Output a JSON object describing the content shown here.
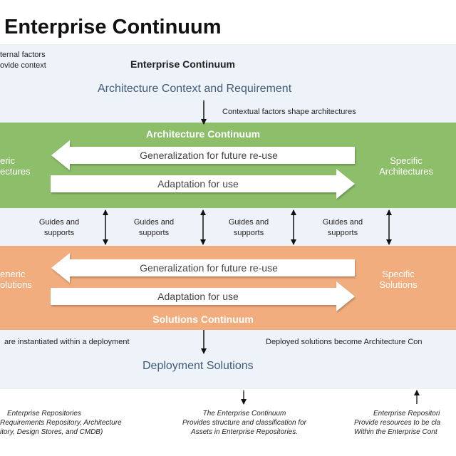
{
  "title": "Enterprise Continuum",
  "external_factors": [
    "ternal factors",
    "ovide context"
  ],
  "continuum_header": "Enterprise Continuum",
  "context_requirement": "Architecture Context and Requirement",
  "contextual_factors": "Contextual factors shape architectures",
  "architecture": {
    "header": "Architecture Continuum",
    "generic_label": [
      "eric",
      "ectures"
    ],
    "specific_label": [
      "Specific",
      "Architectures"
    ],
    "generalization": "Generalization for future re-use",
    "adaptation": "Adaptation for use"
  },
  "guides": [
    [
      "Guides and",
      "supports"
    ],
    [
      "Guides and",
      "supports"
    ],
    [
      "Guides and",
      "supports"
    ],
    [
      "Guides and",
      "supports"
    ]
  ],
  "solutions": {
    "header": "Solutions Continuum",
    "generic_label": [
      "eneric",
      "olutions"
    ],
    "specific_label": [
      "Specific",
      "Solutions"
    ],
    "generalization": "Generalization for future re-use",
    "adaptation": "Adaptation for use"
  },
  "instantiated": "are instantiated within a deployment",
  "deployed": "Deployed solutions become Architecture Con",
  "deployment_solutions": "Deployment Solutions",
  "bottom": {
    "left": [
      "Enterprise Repositories",
      "Requirements Repository, Architecture",
      "itory, Design Stores, and CMDB)"
    ],
    "middle": [
      "The Enterprise Continuum",
      "Provides structure and classification for",
      "Assets in Enterprise Repositories."
    ],
    "right": [
      "Enterprise Repositori",
      "Provide resources to be cla",
      "Within the Enterprise Cont"
    ]
  },
  "colors": {
    "architecture_band": "#8dbf6a",
    "solutions_band": "#f2ad7e",
    "background": "#eef3f9",
    "context_text": "#3f5c7a"
  }
}
